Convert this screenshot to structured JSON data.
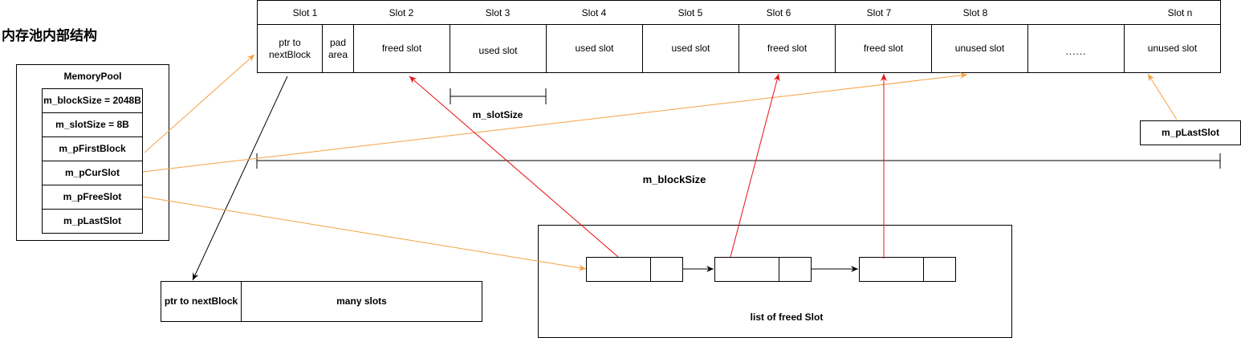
{
  "title": "内存池内部结构",
  "memory_pool": {
    "name": "MemoryPool",
    "fields": [
      "m_blockSize = 2048B",
      "m_slotSize = 8B",
      "m_pFirstBlock",
      "m_pCurSlot",
      "m_pFreeSlot",
      "m_pLastSlot"
    ]
  },
  "block": {
    "headers": [
      "Slot 1",
      "Slot 2",
      "Slot 3",
      "Slot 4",
      "Slot 5",
      "Slot 6",
      "Slot 7",
      "Slot 8",
      "",
      "Slot  n"
    ],
    "slot1_ptr": "ptr to nextBlock",
    "slot1_pad": "pad area",
    "cells": [
      "freed slot",
      "used slot",
      "used slot",
      "used slot",
      "freed slot",
      "freed slot",
      "unused slot",
      "......",
      "unused slot"
    ]
  },
  "labels": {
    "slot_size": "m_slotSize",
    "block_size": "m_blockSize",
    "last_slot": "m_pLastSlot"
  },
  "next_block": {
    "ptr": "ptr to nextBlock",
    "slots": "many slots"
  },
  "free_list": {
    "caption": "list of freed Slot"
  },
  "colors": {
    "orange": "#f5a142",
    "red": "#e81010",
    "black": "#000000"
  }
}
